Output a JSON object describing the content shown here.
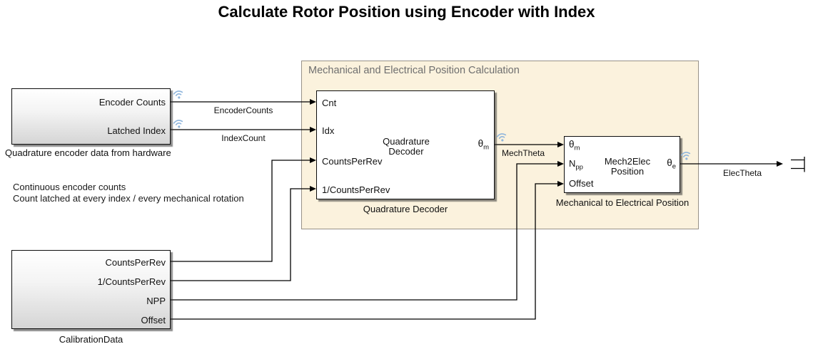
{
  "title": "Calculate Rotor Position using Encoder with Index",
  "annotation": [
    "Continuous encoder counts",
    "Count latched at every index / every mechanical rotation"
  ],
  "subsystem_area": {
    "title": "Mechanical and Electrical Position Calculation"
  },
  "blocks": {
    "hardware": {
      "outputs": [
        "Encoder Counts",
        "Latched Index"
      ],
      "caption": "Quadrature encoder data from hardware"
    },
    "calibration": {
      "outputs": [
        "CountsPerRev",
        "1/CountsPerRev",
        "NPP",
        "Offset"
      ],
      "caption": "CalibrationData"
    },
    "quadrature_decoder": {
      "title_line1": "Quadrature",
      "title_line2": "Decoder",
      "inputs": [
        "Cnt",
        "Idx",
        "CountsPerRev",
        "1/CountsPerRev"
      ],
      "output_symbol": "θ",
      "output_subscript": "m",
      "caption": "Quadrature Decoder"
    },
    "mech2elec": {
      "title_line1": "Mech2Elec",
      "title_line2": "Position",
      "input1_symbol": "θ",
      "input1_subscript": "m",
      "input2_symbol": "N",
      "input2_subscript": "pp",
      "input3": "Offset",
      "output_symbol": "θ",
      "output_subscript": "e",
      "caption": "Mechanical to Electrical Position"
    }
  },
  "signal_labels": {
    "encoder_counts": "EncoderCounts",
    "index_count": "IndexCount",
    "mech_theta": "MechTheta",
    "elec_theta": "ElecTheta"
  },
  "colors": {
    "area_fill": "#FBF2DD",
    "area_border": "#989288",
    "area_title": "#6F6F6F",
    "wire": "#000000",
    "wireless_icon": "#8FB5DC"
  }
}
